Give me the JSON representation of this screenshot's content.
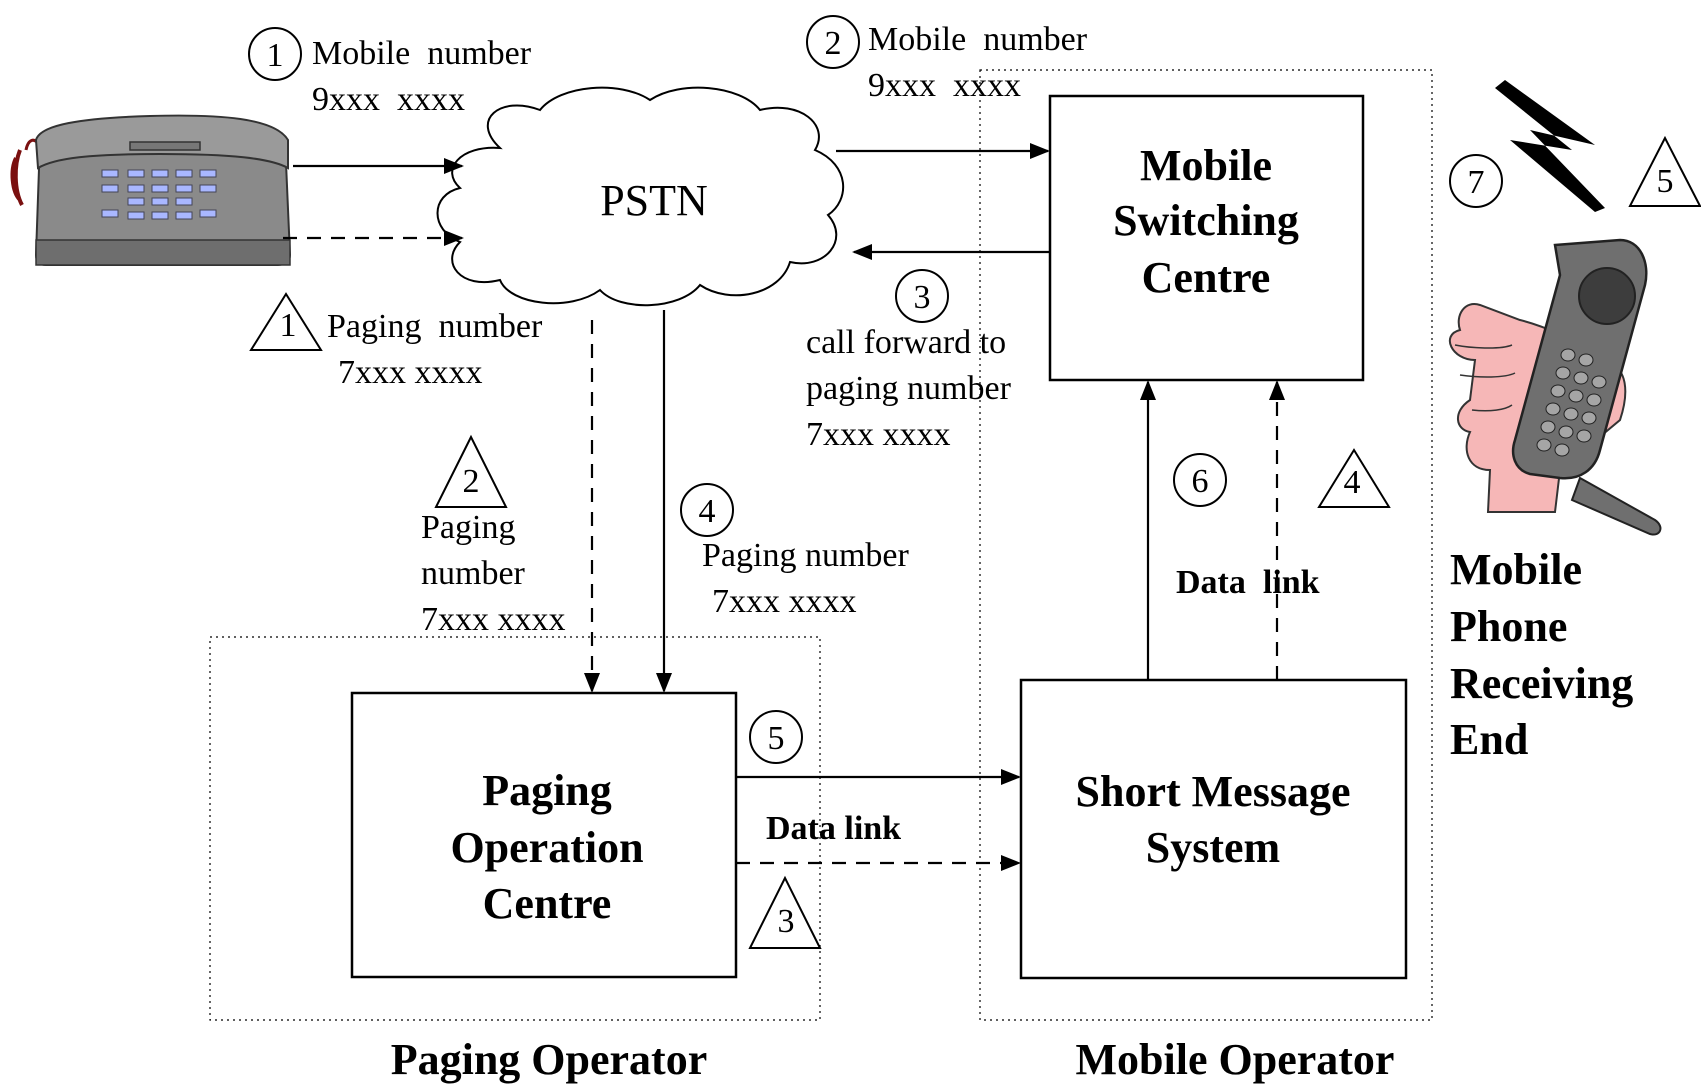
{
  "nodes": {
    "pstn": "PSTN",
    "msc": [
      "Mobile",
      "Switching",
      "Centre"
    ],
    "poc": [
      "Paging",
      "Operation",
      "Centre"
    ],
    "sms": [
      "Short Message",
      "System"
    ],
    "mobile_phone": [
      "Mobile",
      "Phone",
      "Receiving",
      "End"
    ]
  },
  "groups": {
    "paging_operator": "Paging Operator",
    "mobile_operator": "Mobile Operator"
  },
  "labels": {
    "c1_l1": "Mobile  number",
    "c1_l2": "9xxx  xxxx",
    "c2_l1": "Mobile  number",
    "c2_l2": "9xxx  xxxx",
    "c3_l1": "call forward to",
    "c3_l2": "paging number",
    "c3_l3": "7xxx xxxx",
    "t1_l1": "Paging  number",
    "t1_l2": "7xxx xxxx",
    "t2_l1": "Paging",
    "t2_l2": "number",
    "t2_l3": "7xxx xxxx",
    "c4_l1": "Paging number",
    "c4_l2": "7xxx xxxx",
    "data_link_poc": "Data link",
    "data_link_sms": "Data  link"
  },
  "steps": {
    "circle": [
      "1",
      "2",
      "3",
      "4",
      "5",
      "6",
      "7"
    ],
    "triangle": [
      "1",
      "2",
      "3",
      "4",
      "5"
    ]
  }
}
